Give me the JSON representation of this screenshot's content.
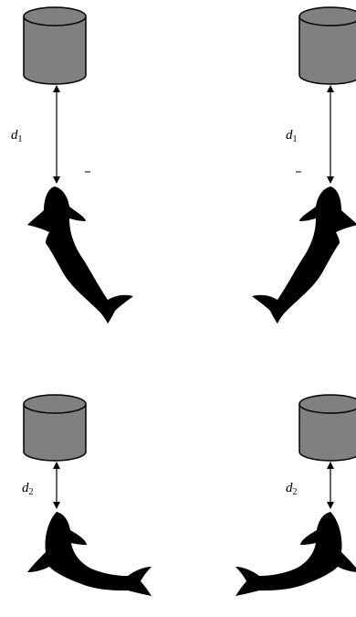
{
  "labels": {
    "d1_var": "d",
    "d1_sub": "1",
    "d2_var": "d",
    "d2_sub": "2"
  },
  "colors": {
    "container_fill": "#808080",
    "fish": "#000000",
    "arrow": "#000000"
  },
  "icons": [
    "cylinder-container-icon",
    "fish-silhouette-icon",
    "double-arrow-icon"
  ]
}
